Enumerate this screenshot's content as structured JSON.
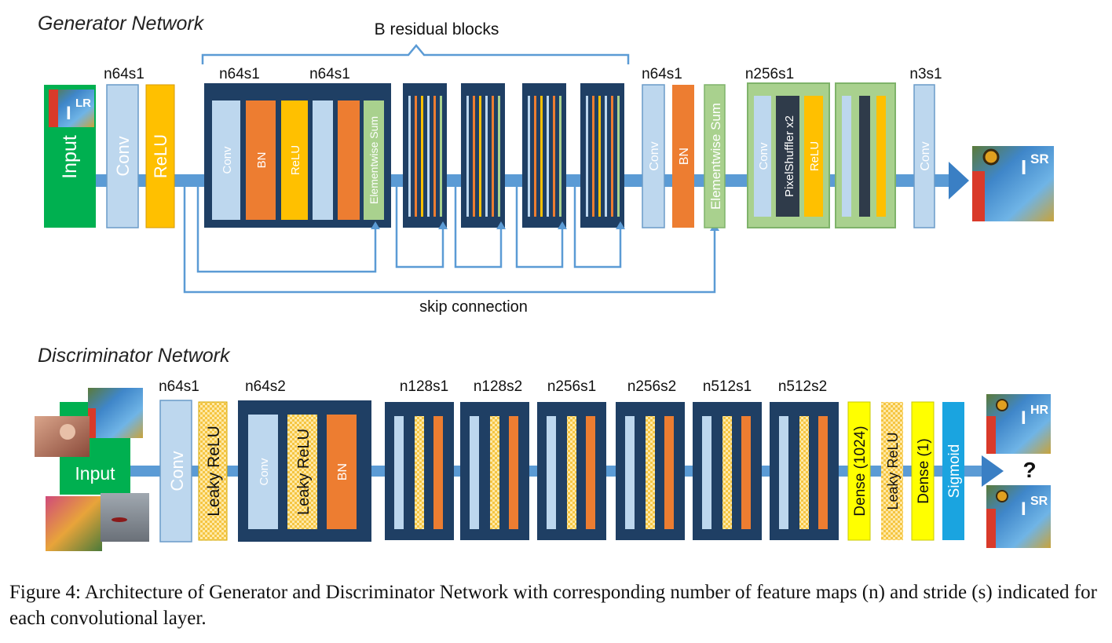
{
  "generator": {
    "title": "Generator Network",
    "bracket_label": "B residual blocks",
    "skip_label": "skip connection",
    "input_label": "Input",
    "input_image_label": "I",
    "input_image_sup": "LR",
    "output_image_label": "I",
    "output_image_sup": "SR",
    "param_labels": {
      "first_conv": "n64s1",
      "res_conv1": "n64s1",
      "res_conv2": "n64s1",
      "post_conv": "n64s1",
      "upsample": "n256s1",
      "final_conv": "n3s1"
    },
    "layers": {
      "conv": "Conv",
      "relu": "ReLU",
      "bn": "BN",
      "elementwise_sum": "Elementwise Sum",
      "pixel_shuffler": "PixelShuffler x2"
    }
  },
  "discriminator": {
    "title": "Discriminator Network",
    "input_label": "Input",
    "hr_image_label": "I",
    "hr_image_sup": "HR",
    "sr_image_label": "I",
    "sr_image_sup": "SR",
    "question": "?",
    "param_labels": [
      "n64s1",
      "n64s2",
      "n128s1",
      "n128s2",
      "n256s1",
      "n256s2",
      "n512s1",
      "n512s2"
    ],
    "layers": {
      "conv": "Conv",
      "leaky_relu": "Leaky ReLU",
      "bn": "BN",
      "dense1024": "Dense (1024)",
      "dense1": "Dense (1)",
      "sigmoid": "Sigmoid"
    }
  },
  "caption": "Figure 4: Architecture of Generator and Discriminator Network with corresponding number of feature maps (n) and stride (s) indicated for each convolutional layer.",
  "colors": {
    "conv": "#bdd7ee",
    "conv_stroke": "#6a9bc8",
    "relu": "#ffc000",
    "bn": "#ed7d31",
    "sum": "#a9d18e",
    "block": "#1f3f64",
    "arrow": "#5b9bd5",
    "input_green": "#00b050",
    "dense_yellow": "#ffff00",
    "sigmoid_blue": "#1aa4e0"
  }
}
